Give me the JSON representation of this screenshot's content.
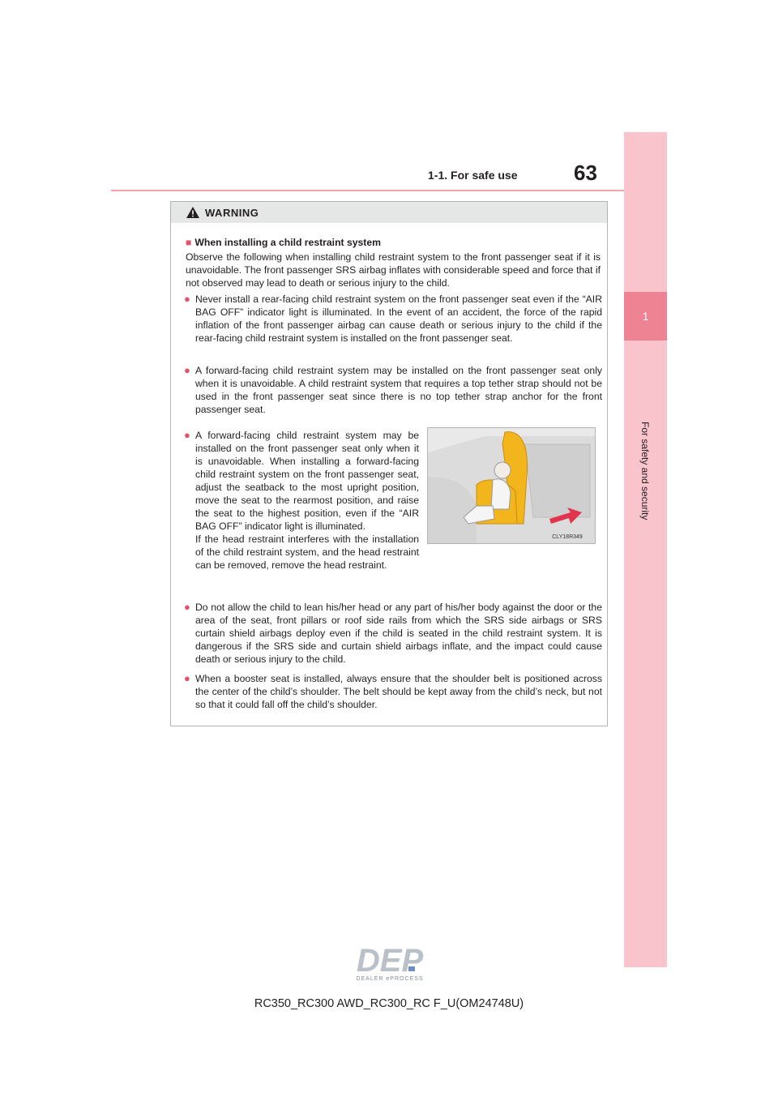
{
  "header": {
    "section": "1-1. For safe use",
    "page_number": "63"
  },
  "side_tab": {
    "chapter_number": "1",
    "chapter_title": "For safety and security"
  },
  "warning": {
    "title": "WARNING",
    "subheading": "When installing a child restraint system",
    "intro": "Observe the following when installing child restraint system to the front passenger seat if it is unavoidable. The front passenger SRS airbag inflates with considerable speed and force that if not observed may lead to death or serious injury to the child.",
    "bullets": [
      "Never install a rear-facing child restraint system on the front passenger seat even if the “AIR BAG OFF” indicator light is illuminated. In the event of an accident, the force of the rapid inflation of the front passenger airbag can cause death or serious injury to the child if the rear-facing child restraint system is installed on the front passenger seat.",
      "A forward-facing child restraint system may be installed on the front passenger seat only when it is unavoidable. A child restraint system that requires a top tether strap should not be used in the front passenger seat since there is no top tether strap anchor for the front passenger seat.",
      "A forward-facing child restraint system may be installed on the front passenger seat only when it is unavoidable. When installing a forward-facing child restraint system on the front passenger seat, adjust the seatback to the most upright position, move the seat to the rearmost position, and raise the seat to the highest position, even if the “AIR BAG OFF” indicator light is illuminated.\nIf the head restraint interferes with the installation of the child restraint system, and the head restraint can be removed, remove the head restraint.",
      "Do not allow the child to lean his/her head or any part of his/her body against the door or the area of the seat, front pillars or roof side rails from which the SRS side airbags or SRS curtain shield airbags deploy even if the child is seated in the child restraint system. It is dangerous if the SRS side and curtain shield airbags inflate, and the impact could cause death or serious injury to the child.",
      "When a booster seat is installed, always ensure that the shoulder belt is positioned across the center of the child’s shoulder. The belt should be kept away from the child’s neck, but not so that it could fall off the child’s shoulder."
    ],
    "figure_code": "CLY18R349"
  },
  "logo": {
    "letters": "DEP",
    "tagline": "DEALER ePROCESS"
  },
  "footer": {
    "model": "RC350_RC300 AWD_RC300_RC F_U(OM24748U)"
  },
  "colors": {
    "accent_pink": "#ee8394",
    "tab_pink": "#f9c4cc",
    "bullet_red": "#e3526b",
    "warning_header_gray": "#e5e6e6",
    "seat_yellow": "#f2b51c"
  }
}
